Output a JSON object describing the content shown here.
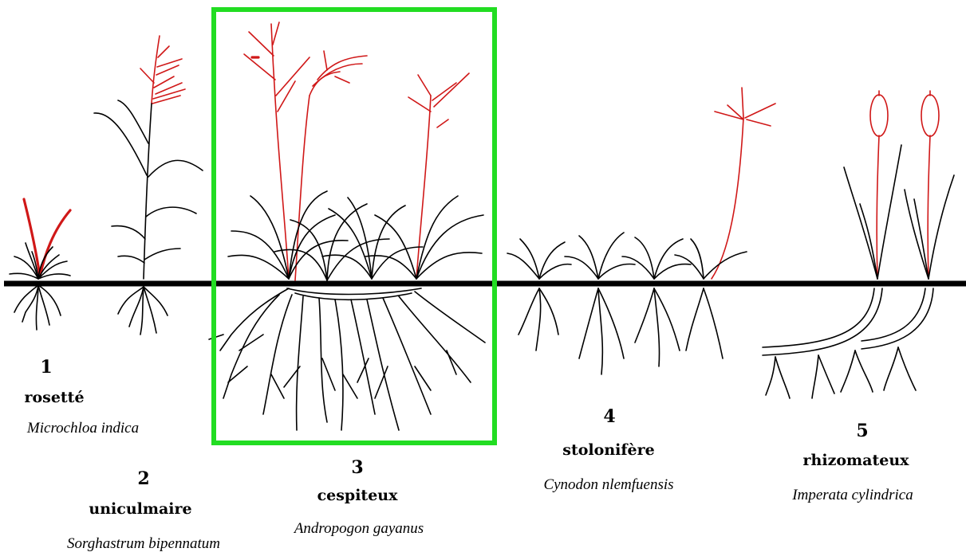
{
  "colors": {
    "ground": "#000000",
    "plant": "#000000",
    "inflorescence": "#d01818",
    "highlight": "#22dd22"
  },
  "plants": [
    {
      "number": "1",
      "type": "rosetté",
      "species": "Microchloa indica"
    },
    {
      "number": "2",
      "type": "uniculmaire",
      "species": "Sorghastrum bipennatum"
    },
    {
      "number": "3",
      "type": "cespiteux",
      "species": "Andropogon gayanus"
    },
    {
      "number": "4",
      "type": "stolonifère",
      "species": "Cynodon nlemfuensis"
    },
    {
      "number": "5",
      "type": "rhizomateux",
      "species": "Imperata cylindrica"
    }
  ],
  "highlighted_plant": "3"
}
